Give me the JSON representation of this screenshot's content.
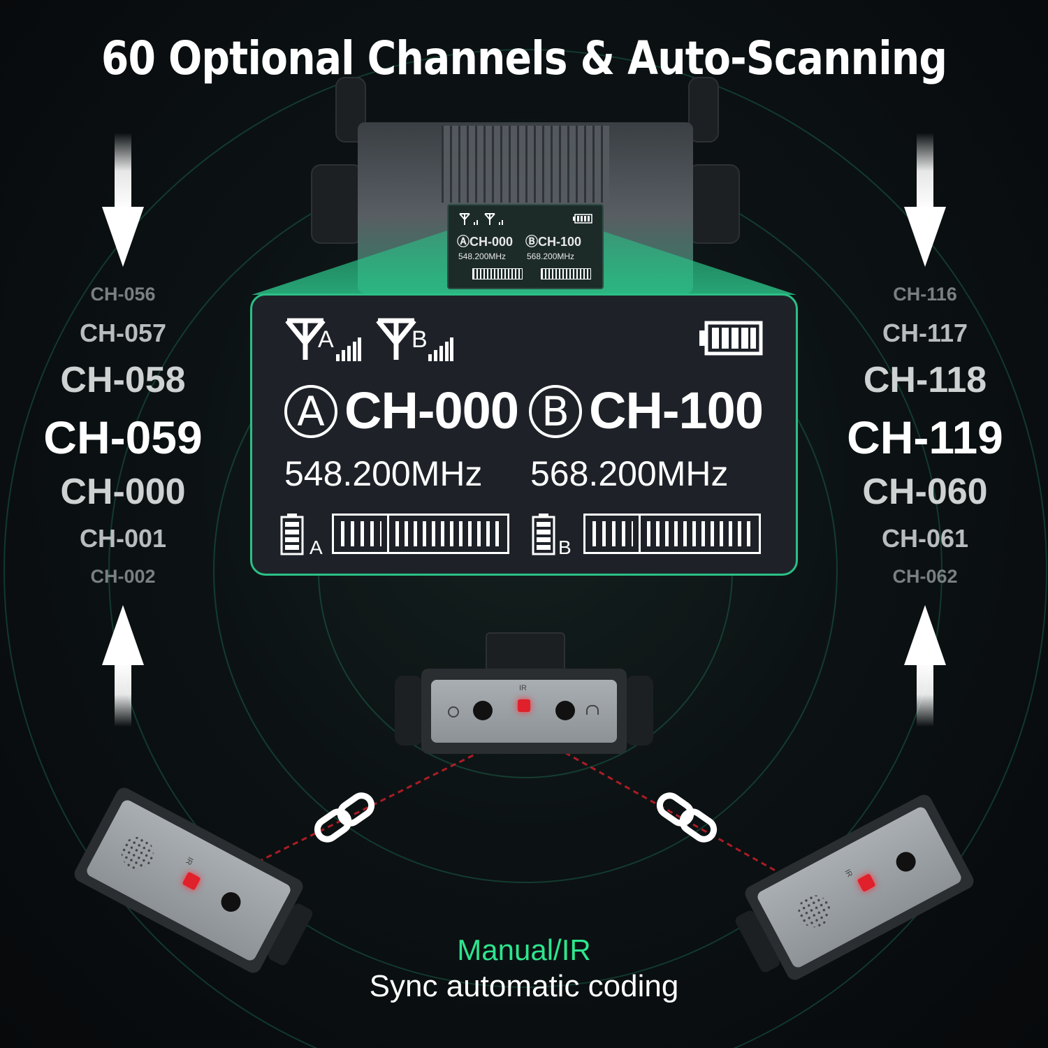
{
  "title": "60 Optional Channels & Auto-Scanning",
  "left_channels": [
    "CH-056",
    "CH-057",
    "CH-058",
    "CH-059",
    "CH-000",
    "CH-001",
    "CH-002"
  ],
  "right_channels": [
    "CH-116",
    "CH-117",
    "CH-118",
    "CH-119",
    "CH-060",
    "CH-061",
    "CH-062"
  ],
  "lcd": {
    "antenna_a": "A",
    "antenna_b": "B",
    "channel_a_letter": "A",
    "channel_a": "CH-000",
    "channel_b_letter": "B",
    "channel_b": "CH-100",
    "freq_a": "548.200MHz",
    "freq_b": "568.200MHz",
    "meter_a_label": "A",
    "meter_b_label": "B"
  },
  "mini_lcd": {
    "channel_a": "ⒶCH-000",
    "channel_b": "ⒷCH-100",
    "freq_a": "548.200MHz",
    "freq_b": "568.200MHz"
  },
  "device_labels": {
    "ir": "IR"
  },
  "sync": {
    "line1": "Manual/IR",
    "line2": "Sync automatic coding"
  },
  "colors": {
    "accent_green": "#2ee58e",
    "lcd_border": "#2bbf86",
    "ir_red": "#e0202a"
  },
  "icons": [
    "arrow-down-icon",
    "arrow-up-icon",
    "antenna-icon",
    "signal-bars-icon",
    "battery-icon",
    "link-icon",
    "power-icon",
    "headphone-icon"
  ]
}
